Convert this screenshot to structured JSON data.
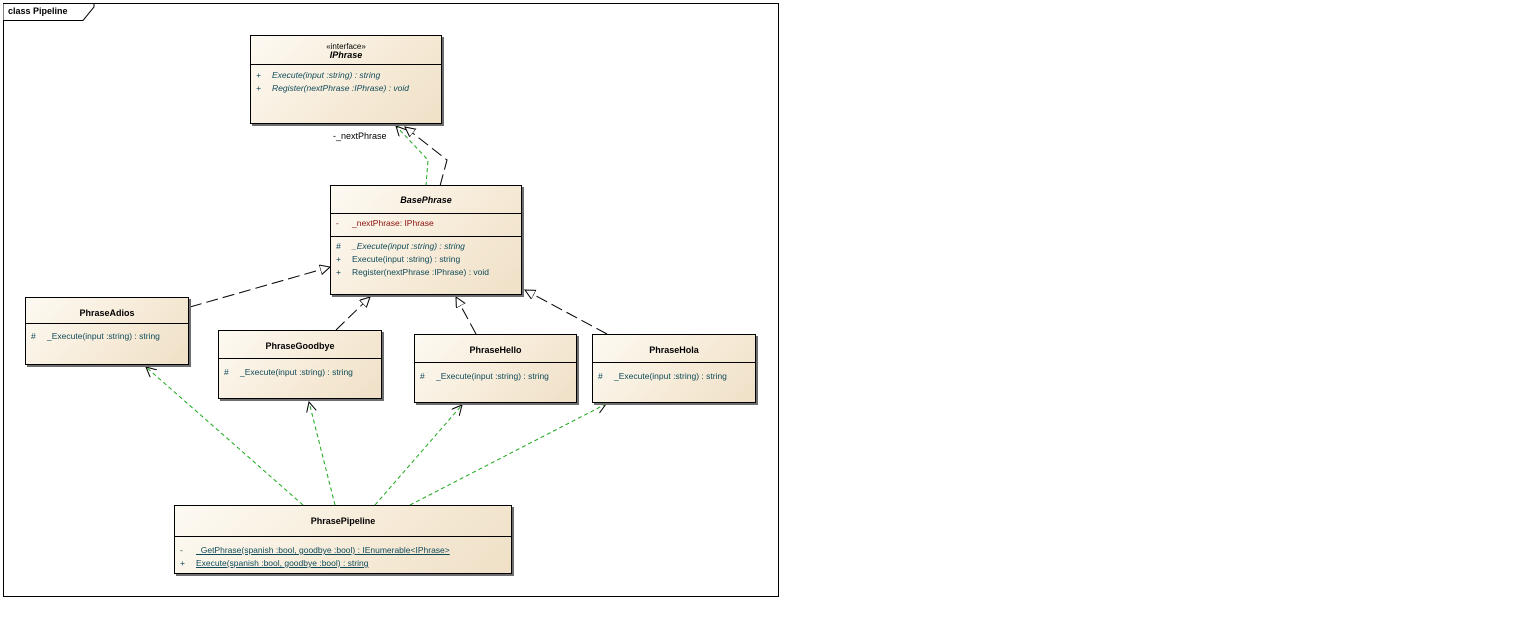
{
  "frame": {
    "label": "class Pipeline"
  },
  "colors": {
    "dependency": "#1aa81a",
    "realization": "#000000",
    "operation": "#0f4a5a",
    "attribute": "#8a1010"
  },
  "classes": {
    "iphrase": {
      "stereotype": "«interface»",
      "name": "IPhrase",
      "operations": [
        {
          "vis": "+",
          "text": "Execute(input :string) : string"
        },
        {
          "vis": "+",
          "text": "Register(nextPhrase :IPhrase) : void"
        }
      ]
    },
    "basephrase": {
      "name": "BasePhrase",
      "attributes": [
        {
          "vis": "-",
          "text": "_nextPhrase:  IPhrase"
        }
      ],
      "operations": [
        {
          "vis": "#",
          "text": "_Execute(input :string) : string"
        },
        {
          "vis": "+",
          "text": "Execute(input :string) : string"
        },
        {
          "vis": "+",
          "text": "Register(nextPhrase :IPhrase) : void"
        }
      ]
    },
    "phraseadios": {
      "name": "PhraseAdios",
      "operations": [
        {
          "vis": "#",
          "text": "_Execute(input :string) : string"
        }
      ]
    },
    "phrasegoodbye": {
      "name": "PhraseGoodbye",
      "operations": [
        {
          "vis": "#",
          "text": "_Execute(input :string) : string"
        }
      ]
    },
    "phrasehello": {
      "name": "PhraseHello",
      "operations": [
        {
          "vis": "#",
          "text": "_Execute(input :string) : string"
        }
      ]
    },
    "phrasehola": {
      "name": "PhraseHola",
      "operations": [
        {
          "vis": "#",
          "text": "_Execute(input :string) : string"
        }
      ]
    },
    "phrasepipeline": {
      "name": "PhrasePipeline",
      "operations": [
        {
          "vis": "-",
          "text": "_GetPhrase(spanish :bool, goodbye :bool) : IEnumerable<IPhrase>"
        },
        {
          "vis": "+",
          "text": "Execute(spanish :bool, goodbye :bool) : string"
        }
      ]
    }
  },
  "association": {
    "role": "-_nextPhrase"
  }
}
